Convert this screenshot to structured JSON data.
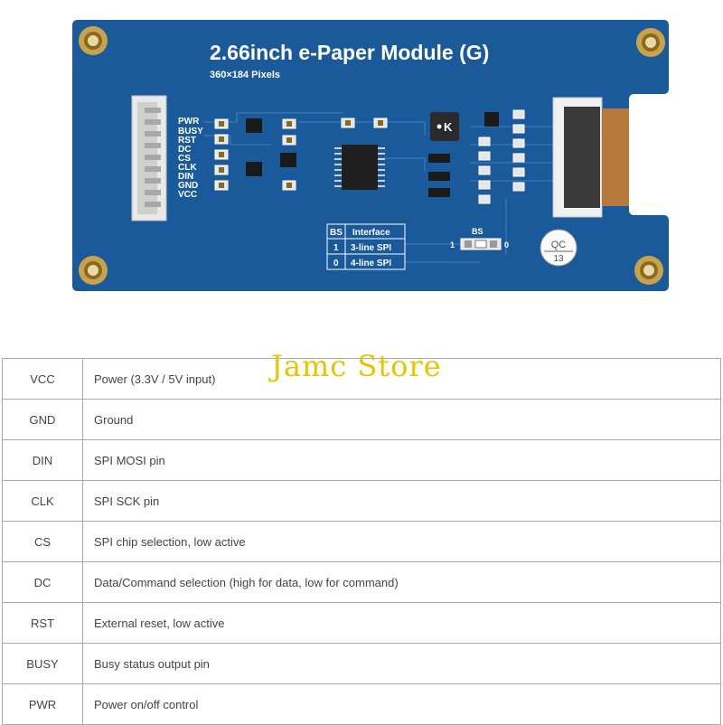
{
  "module": {
    "title": "2.66inch e-Paper Module (G)",
    "resolution": "360×184 Pixels",
    "pin_labels": [
      "PWR",
      "BUSY",
      "RST",
      "DC",
      "CS",
      "CLK",
      "DIN",
      "GND",
      "VCC"
    ],
    "bs_table": {
      "headers": [
        "BS",
        "Interface"
      ],
      "rows": [
        {
          "bs": "1",
          "interface": "3-line SPI"
        },
        {
          "bs": "0",
          "interface": "4-line SPI"
        }
      ]
    },
    "bs_switch": {
      "label": "BS",
      "left": "1",
      "right": "0"
    },
    "qc_sticker": {
      "line1": "QC",
      "line2": "13"
    },
    "logo_letter": "K",
    "colors": {
      "pcb": "#1b5a9a",
      "silkscreen": "#ffffff",
      "connector": "#e9e9e9",
      "ribbon": "#b87a3c",
      "gold": "#c9a34a"
    }
  },
  "watermark": "Jamc Store",
  "pin_table": [
    {
      "pin": "VCC",
      "description": "Power (3.3V / 5V input)"
    },
    {
      "pin": "GND",
      "description": "Ground"
    },
    {
      "pin": "DIN",
      "description": "SPI MOSI pin"
    },
    {
      "pin": "CLK",
      "description": "SPI SCK pin"
    },
    {
      "pin": "CS",
      "description": "SPI chip selection, low active"
    },
    {
      "pin": "DC",
      "description": "Data/Command selection (high for data, low for command)"
    },
    {
      "pin": "RST",
      "description": "External reset, low active"
    },
    {
      "pin": "BUSY",
      "description": "Busy status output pin"
    },
    {
      "pin": "PWR",
      "description": "Power on/off control"
    }
  ]
}
